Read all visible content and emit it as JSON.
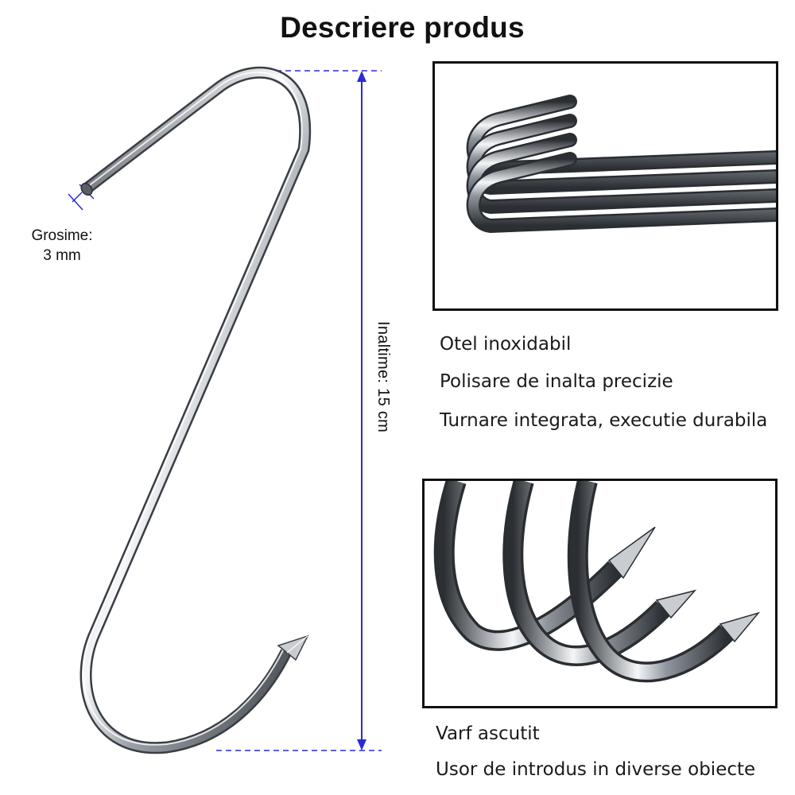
{
  "title": "Descriere produs",
  "thickness": {
    "label": "Grosime:",
    "value": "3 mm"
  },
  "height": {
    "label": "Inaltime: 15 cm"
  },
  "features_top": [
    "Otel inoxidabil",
    "Polisare de inalta precizie",
    "Turnare integrata, executie durabila"
  ],
  "features_bottom": [
    "Varf ascutit",
    "Usor de introdus in diverse obiecte"
  ],
  "colors": {
    "dimension_line": "#2a2ad6",
    "steel_dark": "#3c4148",
    "steel_light": "#f4f6f8"
  },
  "icons": [
    "s-hook-illustration",
    "stacked-hooks-photo",
    "hook-tips-photo"
  ]
}
